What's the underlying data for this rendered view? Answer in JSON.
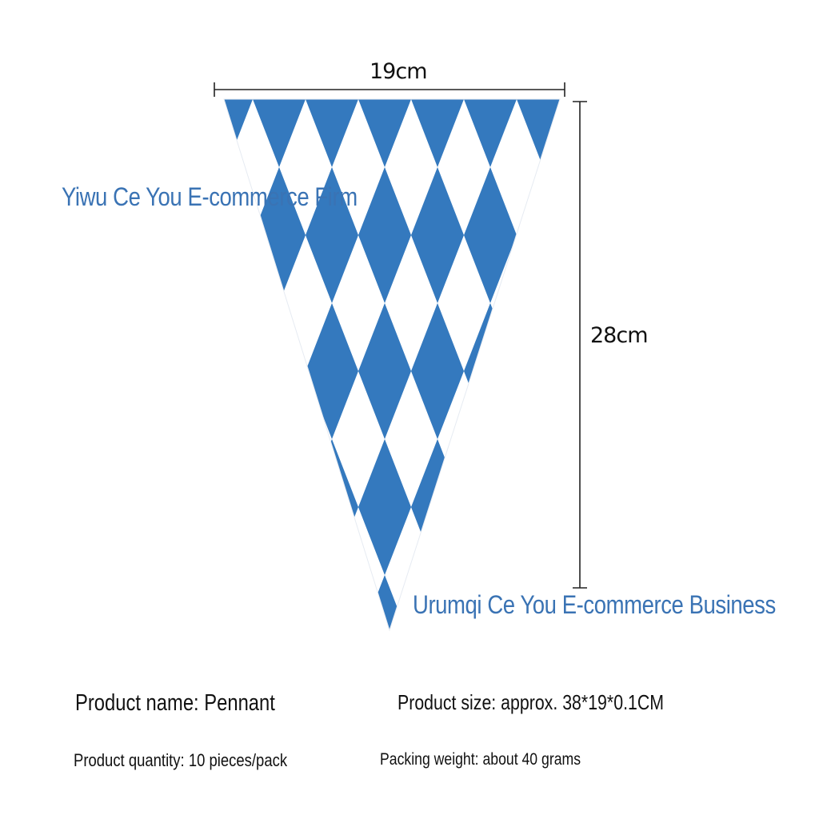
{
  "dimensions": {
    "width": "19cm",
    "height": "28cm"
  },
  "watermarks": {
    "top": "Yiwu Ce You E-commerce Firm",
    "bottom": "Urumqi Ce You E-commerce Business"
  },
  "specs": {
    "product_name": "Product name: Pennant",
    "product_size": "Product size: approx. 38*19*0.1CM",
    "product_quantity": "Product quantity: 10 pieces/pack",
    "packing_weight": "Packing weight: about 40 grams"
  },
  "colors": {
    "pennant_blue": "#3479be",
    "pennant_white": "#ffffff",
    "watermark_text": "#3a73b4",
    "dimension_lines": "#222222"
  }
}
